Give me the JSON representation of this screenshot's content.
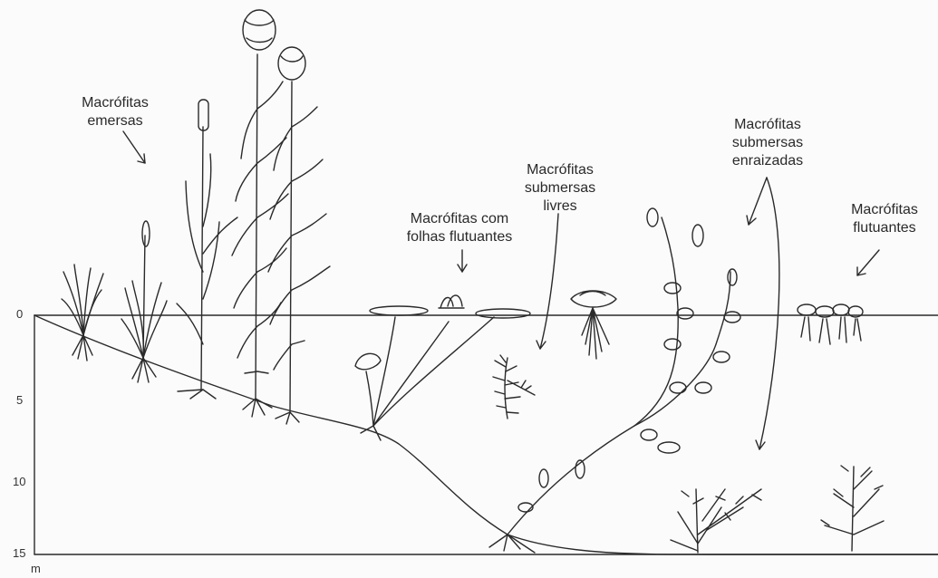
{
  "labels": {
    "emersas": [
      "Macrófitas",
      "emersas"
    ],
    "folhas_flutuantes": [
      "Macrófitas com",
      "folhas flutuantes"
    ],
    "submersas_livres": [
      "Macrófitas",
      "submersas",
      "livres"
    ],
    "submersas_enraizadas": [
      "Macrófitas",
      "submersas",
      "enraizadas"
    ],
    "flutuantes": [
      "Macrófitas",
      "flutuantes"
    ]
  },
  "depth_axis": {
    "ticks": [
      "0",
      "5",
      "10",
      "15"
    ],
    "unit": "m"
  },
  "colors": {
    "ink": "#2a2a2a",
    "background": "#fbfbfb"
  }
}
